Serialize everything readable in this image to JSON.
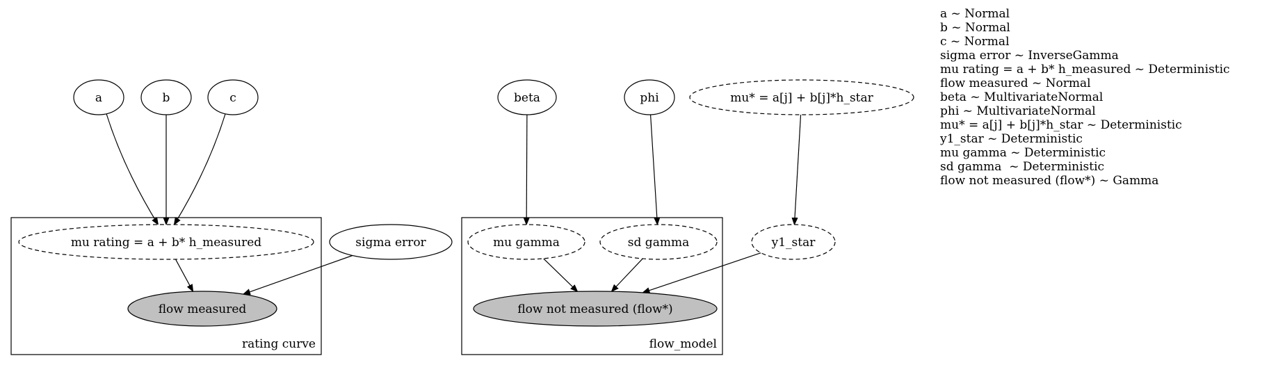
{
  "plates": [
    {
      "id": "rating_curve",
      "label": "rating curve"
    },
    {
      "id": "flow_model",
      "label": "flow_model"
    }
  ],
  "nodes": [
    {
      "id": "a",
      "label": "a",
      "style": "solid"
    },
    {
      "id": "b",
      "label": "b",
      "style": "solid"
    },
    {
      "id": "c",
      "label": "c",
      "style": "solid"
    },
    {
      "id": "mu_rating",
      "label": "mu rating = a + b* h_measured",
      "style": "dashed",
      "plate": "rating_curve"
    },
    {
      "id": "sigma_error",
      "label": "sigma error",
      "style": "solid"
    },
    {
      "id": "flow_measured",
      "label": "flow measured",
      "style": "observed",
      "plate": "rating_curve"
    },
    {
      "id": "beta",
      "label": "beta",
      "style": "solid"
    },
    {
      "id": "phi",
      "label": "phi",
      "style": "solid"
    },
    {
      "id": "mu_star",
      "label": "mu* = a[j] + b[j]*h_star",
      "style": "dashed"
    },
    {
      "id": "mu_gamma",
      "label": "mu gamma",
      "style": "dashed",
      "plate": "flow_model"
    },
    {
      "id": "sd_gamma",
      "label": "sd gamma",
      "style": "dashed",
      "plate": "flow_model"
    },
    {
      "id": "y1_star",
      "label": "y1_star",
      "style": "dashed"
    },
    {
      "id": "flow_not_measured",
      "label": "flow not measured (flow*)",
      "style": "observed",
      "plate": "flow_model"
    }
  ],
  "edges": [
    {
      "from": "a",
      "to": "mu_rating"
    },
    {
      "from": "b",
      "to": "mu_rating"
    },
    {
      "from": "c",
      "to": "mu_rating"
    },
    {
      "from": "mu_rating",
      "to": "flow_measured"
    },
    {
      "from": "sigma_error",
      "to": "flow_measured"
    },
    {
      "from": "beta",
      "to": "mu_gamma"
    },
    {
      "from": "phi",
      "to": "sd_gamma"
    },
    {
      "from": "mu_star",
      "to": "y1_star"
    },
    {
      "from": "mu_gamma",
      "to": "flow_not_measured"
    },
    {
      "from": "sd_gamma",
      "to": "flow_not_measured"
    },
    {
      "from": "y1_star",
      "to": "flow_not_measured"
    }
  ],
  "legend": [
    "a ~ Normal",
    "b ~ Normal",
    "c ~ Normal",
    "sigma error ~ InverseGamma",
    "mu rating = a + b* h_measured ~ Deterministic",
    "flow measured ~ Normal",
    "beta ~ MultivariateNormal",
    "phi ~ MultivariateNormal",
    "mu* = a[j] + b[j]*h_star ~ Deterministic",
    "y1_star ~ Deterministic",
    "mu gamma ~ Deterministic",
    "sd gamma  ~ Deterministic",
    "flow not measured (flow*) ~ Gamma"
  ]
}
